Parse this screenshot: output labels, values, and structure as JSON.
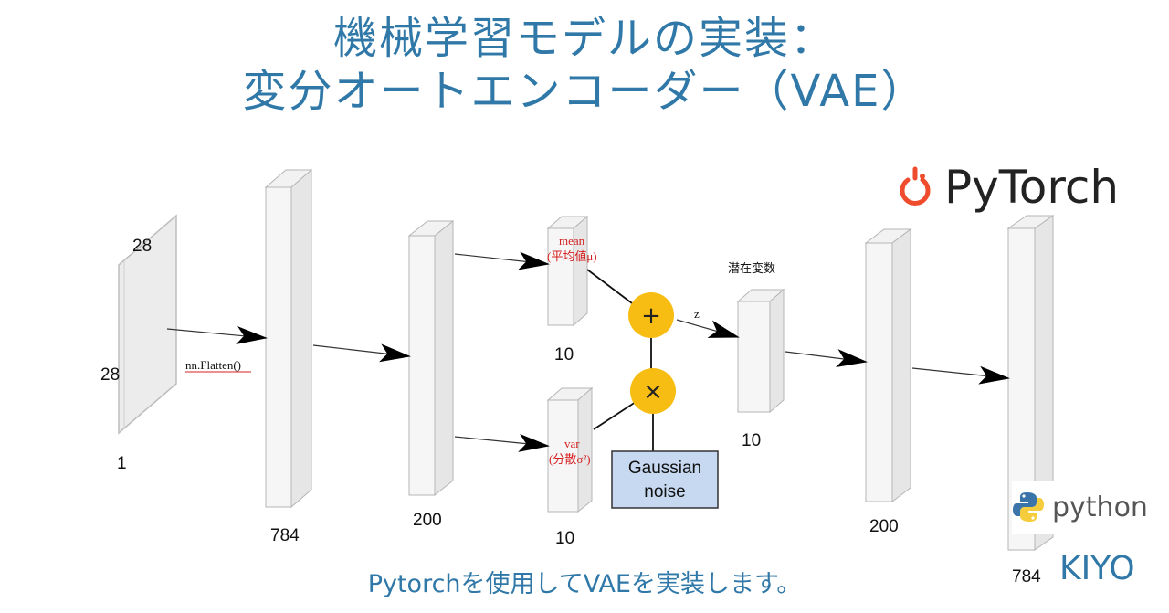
{
  "title": {
    "line1": "機械学習モデルの実装：",
    "line2": "変分オートエンコーダー（VAE）"
  },
  "logos": {
    "pytorch": "PyTorch",
    "python": "python",
    "author": "KIYO"
  },
  "footer": "Pytorchを使用してVAEを実装します。",
  "diagram": {
    "input_height": "28",
    "input_width": "28",
    "input_channels": "1",
    "flatten_label": "nn.Flatten()",
    "layer_784": "784",
    "layer_200": "200",
    "mean_label": "mean",
    "mean_sub": "(平均値μ)",
    "mean_size": "10",
    "var_label": "var",
    "var_sub": "(分散σ²)",
    "var_size": "10",
    "plus_op": "+",
    "times_op": "×",
    "z_label": "z",
    "latent_label": "潜在変数",
    "latent_size": "10",
    "noise_line1": "Gaussian",
    "noise_line2": "noise",
    "dec_200": "200",
    "dec_784": "784"
  },
  "colors": {
    "title": "#2f78a8",
    "operator_fill": "#f7bd12",
    "noise_fill": "#c6d9f1",
    "label_red": "#d62020",
    "pytorch_orange": "#ee4c2c"
  }
}
